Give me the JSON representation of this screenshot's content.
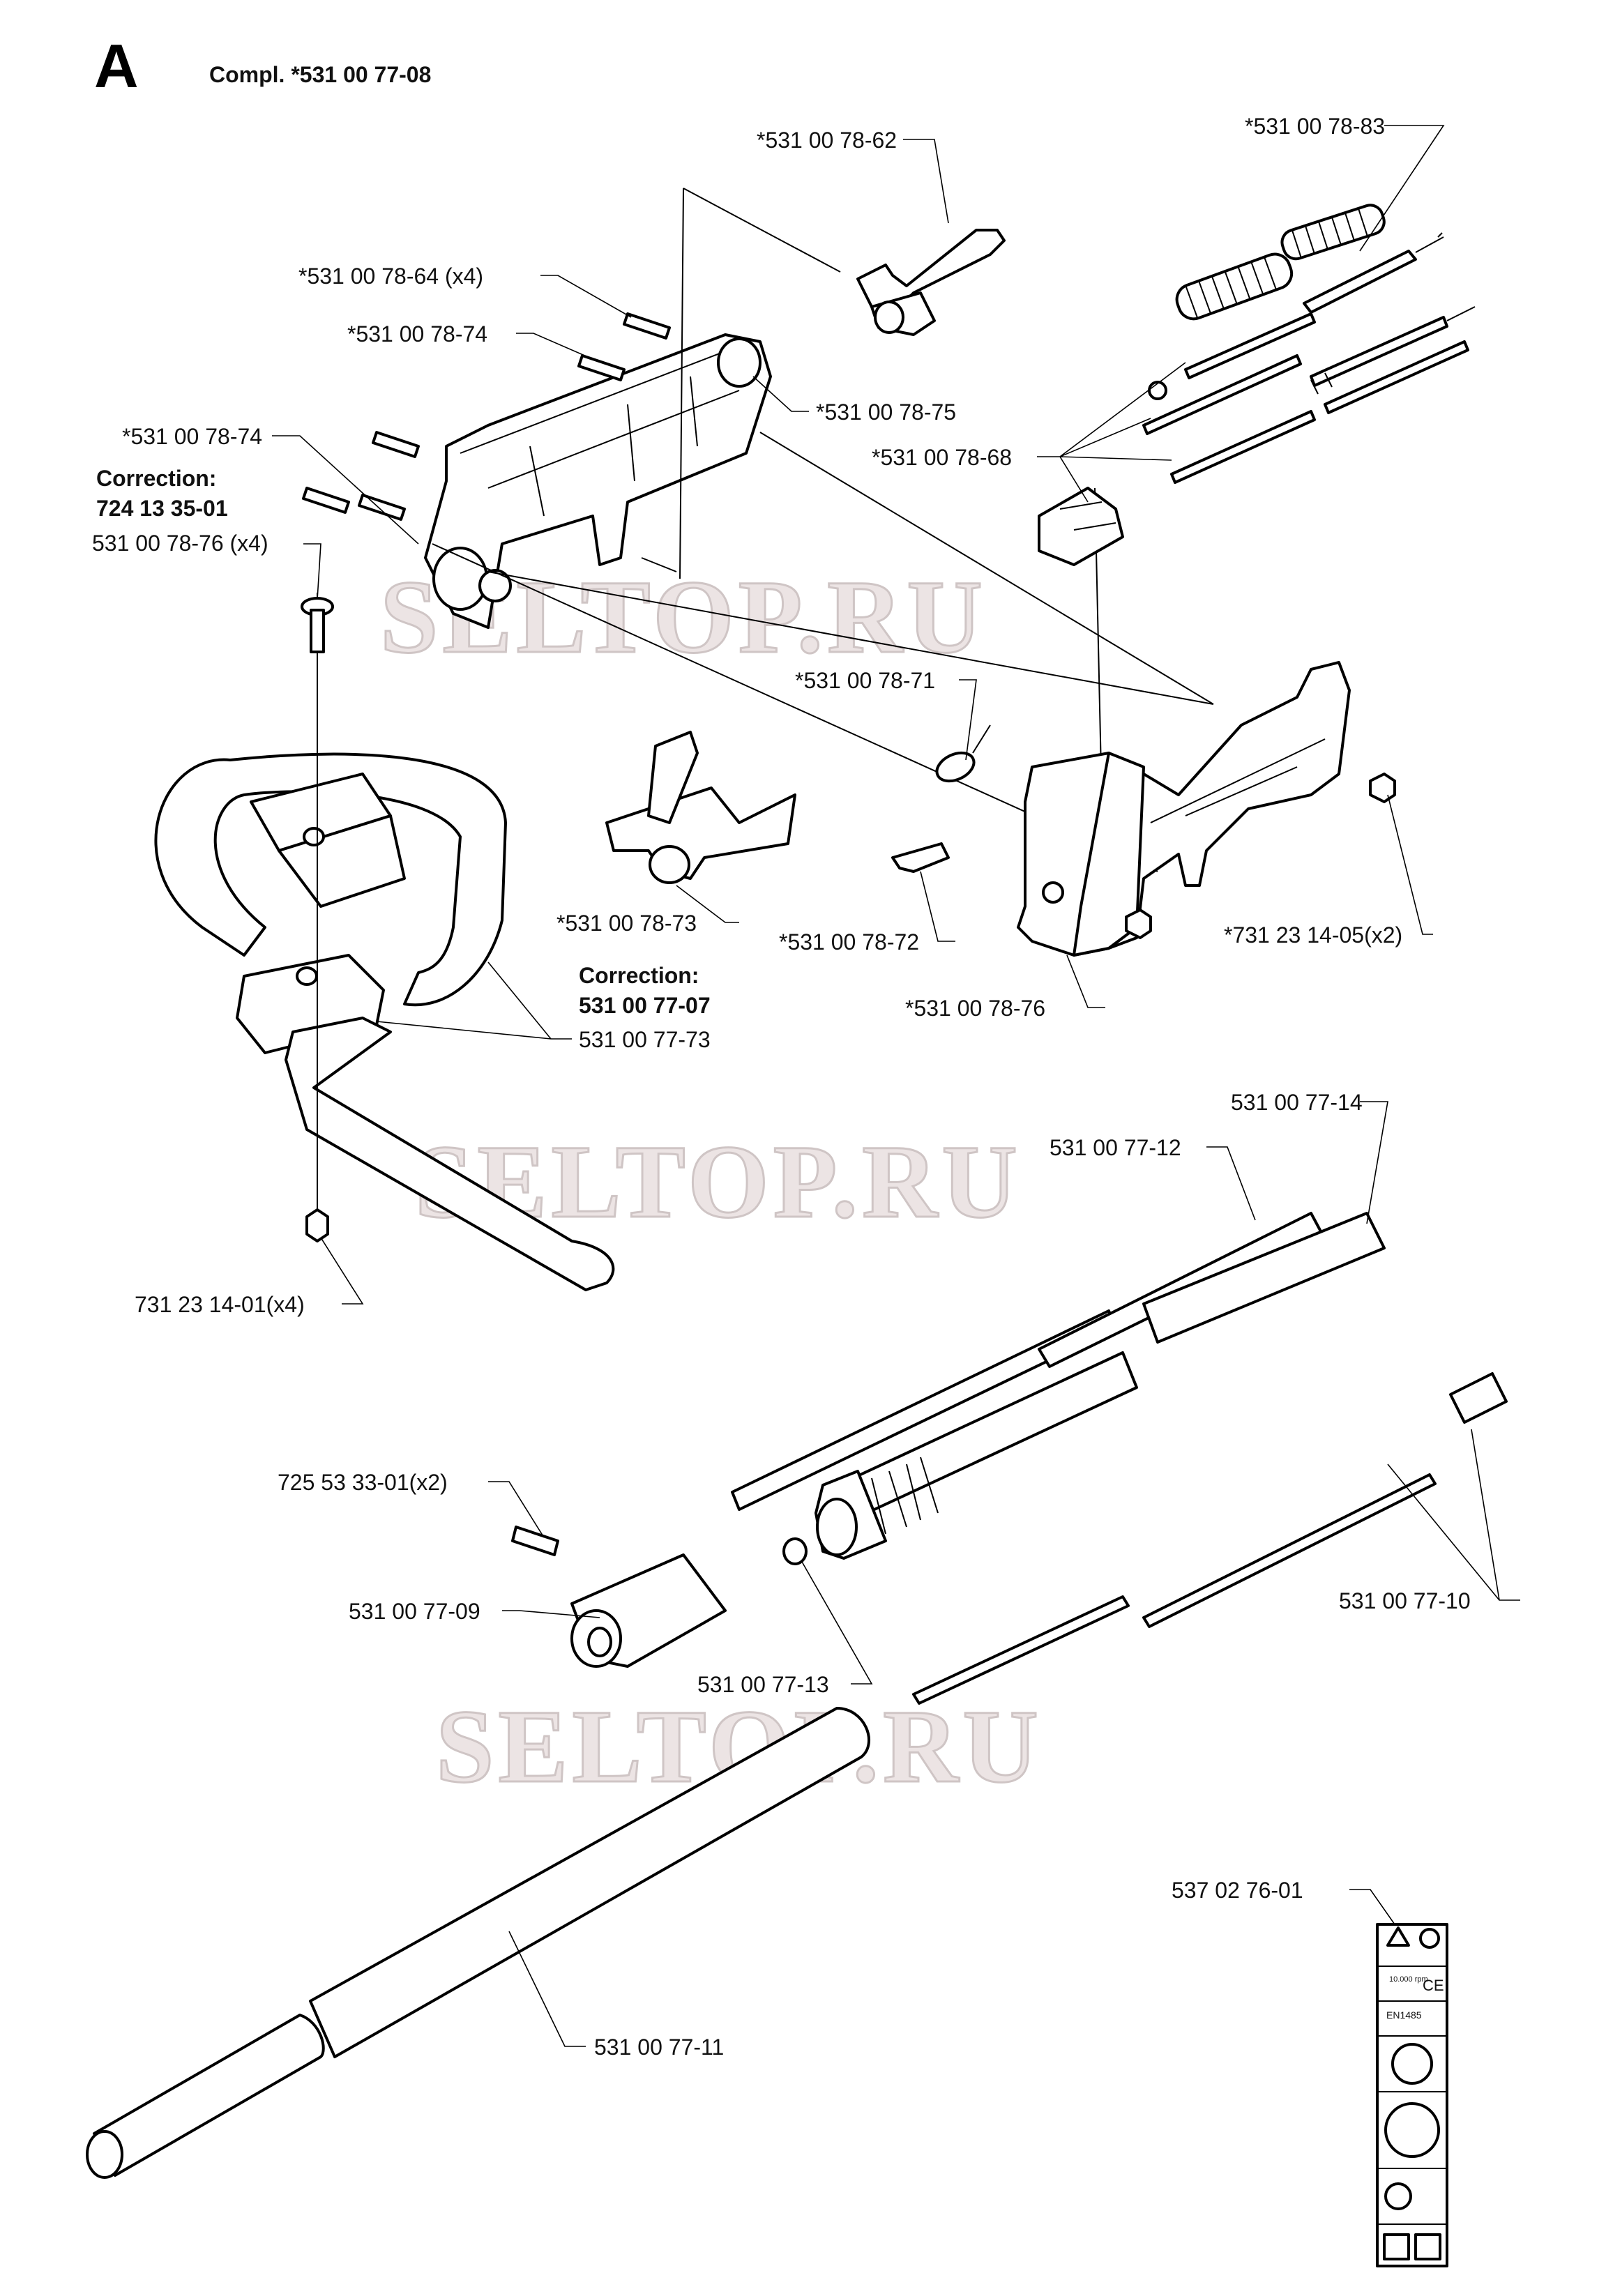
{
  "section_letter": "A",
  "title": "Compl. *531 00 77-08",
  "watermark": "SELTOP.RU",
  "labels": {
    "p62": "*531 00 78-62",
    "p83": "*531 00 78-83",
    "p64": "*531 00 78-64 (x4)",
    "p74a": "*531 00 78-74",
    "p75": "*531 00 78-75",
    "p74b": "*531 00 78-74",
    "corr1_title": "Correction:",
    "corr1_value": "724 13 35-01",
    "p76x4": "531 00 78-76 (x4)",
    "p68": "*531 00 78-68",
    "p71": "*531 00 78-71",
    "p73": "*531 00 78-73",
    "p72": "*531 00 78-72",
    "p05": "*731 23 14-05(x2)",
    "p76": "*531 00 78-76",
    "corr2_title": "Correction:",
    "corr2_value": "531 00 77-07",
    "p7773": "531 00 77-73",
    "p14": "531 00 77-14",
    "p12": "531 00 77-12",
    "p01": "731 23 14-01(x4)",
    "p725": "725 53 33-01(x2)",
    "p09": "531 00 77-09",
    "p13": "531 00 77-13",
    "p10": "531 00 77-10",
    "p537": "537 02 76-01",
    "p11": "531 00 77-11"
  },
  "decal": {
    "ce_mark": "CE",
    "rpm_text": "10.000 rpm",
    "standard": "EN1485"
  }
}
